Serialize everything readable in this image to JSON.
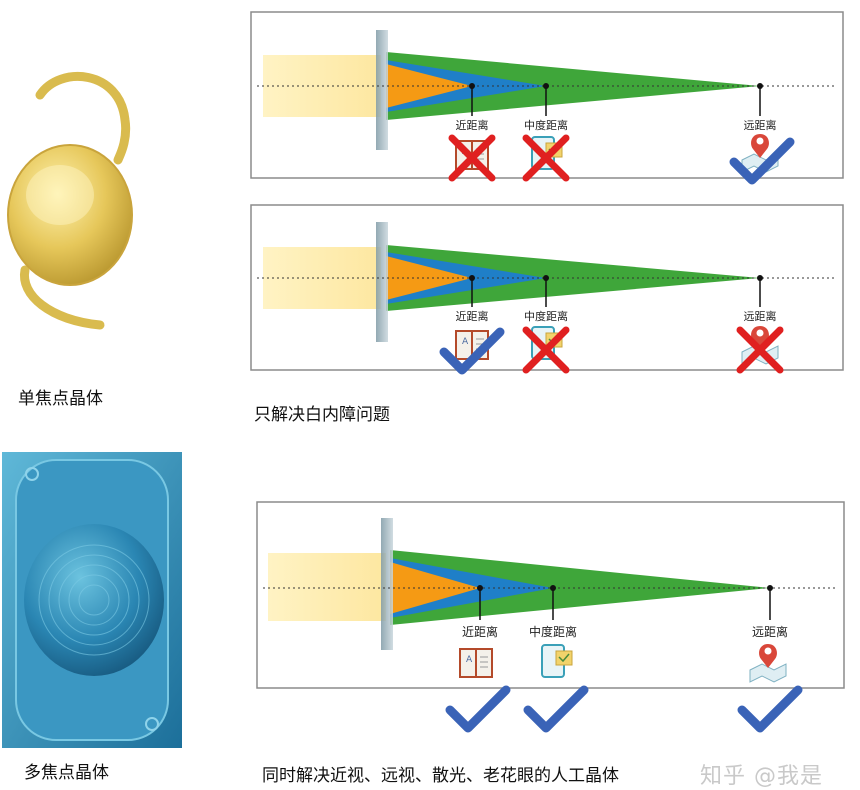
{
  "left_column": {
    "monofocal_caption": "单焦点晶体",
    "multifocal_caption": "多焦点晶体"
  },
  "right_column": {
    "caption_cataract_only": "只解决白内障问题",
    "caption_multifocal": "同时解决近视、远视、散光、老花眼的人工晶体"
  },
  "focus_labels": {
    "near": "近距离",
    "intermediate": "中度距离",
    "far": "远距离"
  },
  "panels": [
    {
      "near": "x",
      "intermediate": "x",
      "far": "check"
    },
    {
      "near": "check",
      "intermediate": "x",
      "far": "x"
    },
    {
      "near": "check",
      "intermediate": "check",
      "far": "check"
    }
  ],
  "watermark": "知乎 @我是"
}
